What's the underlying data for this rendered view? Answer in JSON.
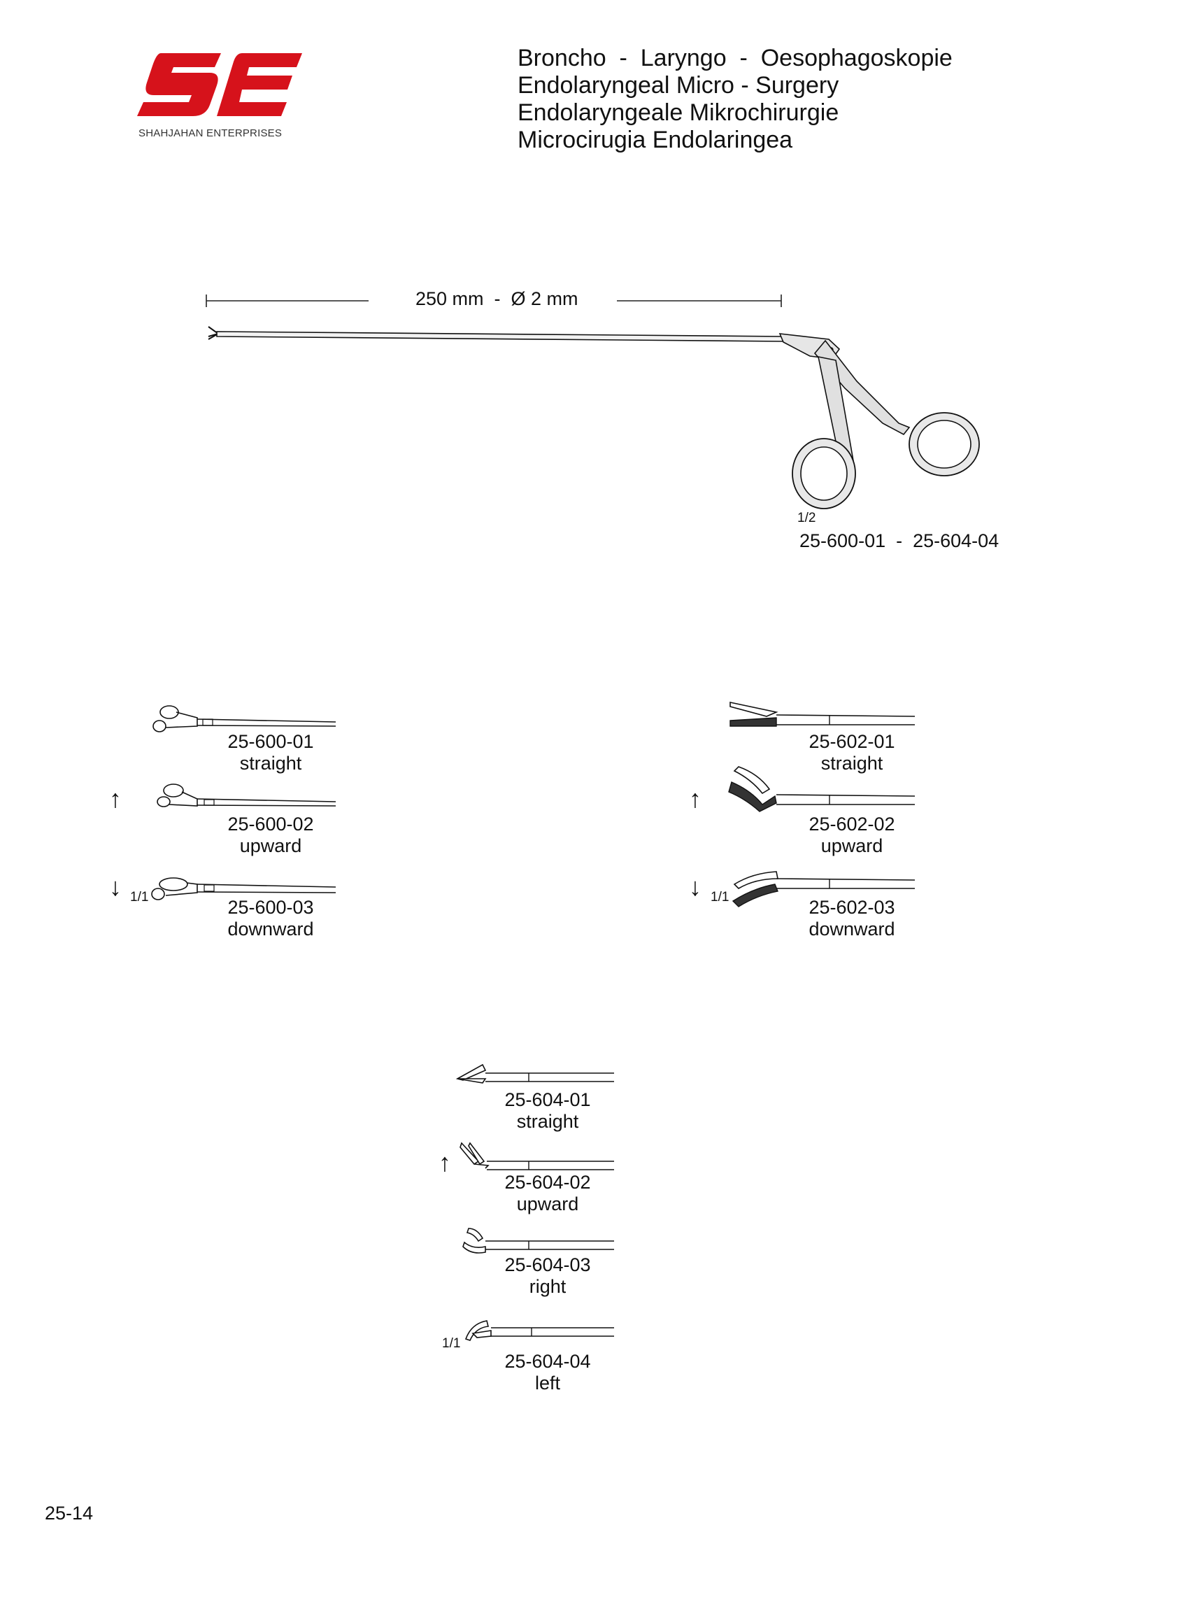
{
  "logo": {
    "text": "SHAHJAHAN ENTERPRISES",
    "monogram": "SE",
    "color": "#d6121b"
  },
  "header": {
    "lines": [
      "Broncho  -  Laryngo  -  Oesophagoskopie",
      "Endolaryngeal Micro - Surgery",
      "Endolaryngeale Mikrochirurgie",
      "Microcirugia Endolaringea"
    ]
  },
  "instrument": {
    "dimension": "250 mm  -  Ø 2 mm",
    "scale": "1/2",
    "range": "25-600-01  -  25-604-04"
  },
  "tips": {
    "cup_forceps": {
      "scale": "1/1",
      "items": [
        {
          "code": "25-600-01",
          "direction": "straight"
        },
        {
          "code": "25-600-02",
          "direction": "upward"
        },
        {
          "code": "25-600-03",
          "direction": "downward"
        }
      ]
    },
    "grasping_forceps": {
      "scale": "1/1",
      "items": [
        {
          "code": "25-602-01",
          "direction": "straight"
        },
        {
          "code": "25-602-02",
          "direction": "upward"
        },
        {
          "code": "25-602-03",
          "direction": "downward"
        }
      ]
    },
    "scissors": {
      "scale": "1/1",
      "items": [
        {
          "code": "25-604-01",
          "direction": "straight"
        },
        {
          "code": "25-604-02",
          "direction": "upward"
        },
        {
          "code": "25-604-03",
          "direction": "right"
        },
        {
          "code": "25-604-04",
          "direction": "left"
        }
      ]
    }
  },
  "footer": {
    "page_number": "25-14"
  }
}
